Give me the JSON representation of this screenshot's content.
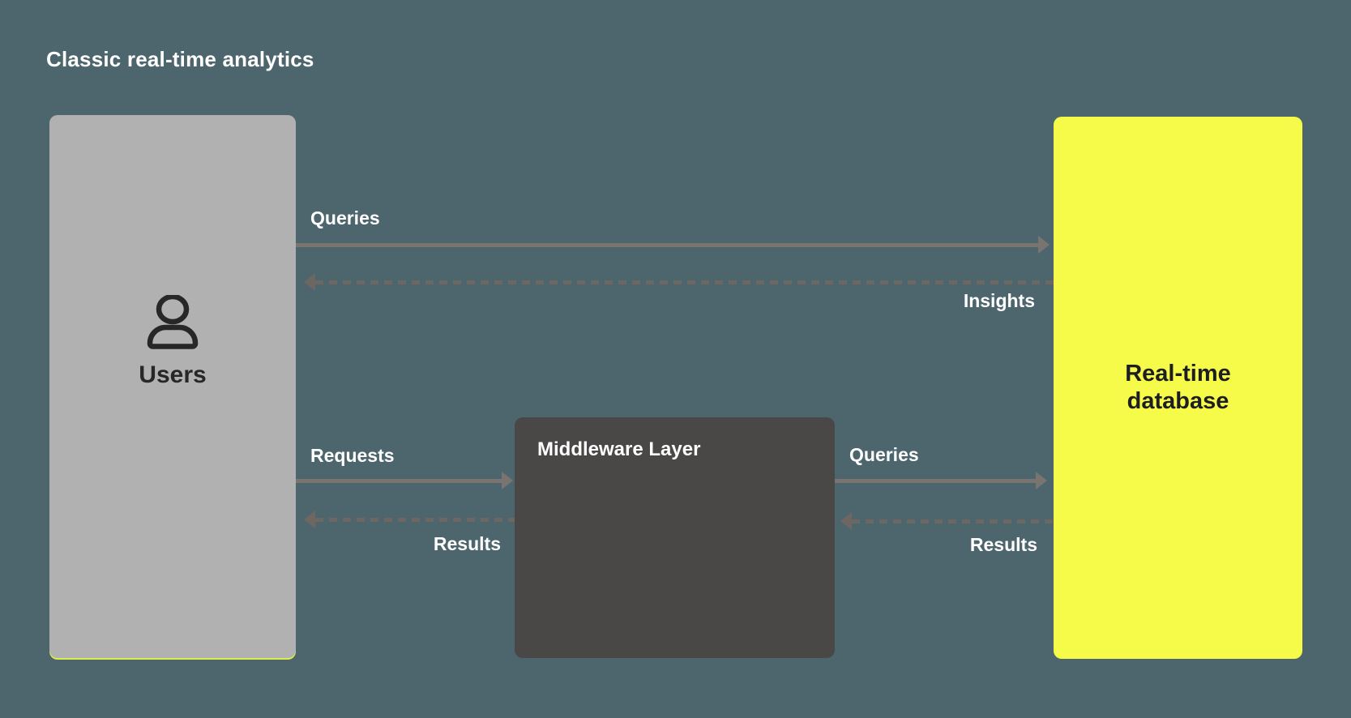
{
  "title": "Classic real-time analytics",
  "colors": {
    "background": "#4d666d",
    "box_users": "#b1b1b1",
    "box_middleware": "#4a4747",
    "box_database": "#f6fa49",
    "arrow_solid": "#7a7470",
    "arrow_dashed": "#6d6762",
    "text_light": "#ffffff",
    "text_dark": "#272727",
    "text_db": "#1d1e20",
    "users_hairline": "#dded4d"
  },
  "nodes": {
    "users": {
      "label": "Users",
      "icon": "user-icon"
    },
    "middleware": {
      "label": "Middleware Layer"
    },
    "database": {
      "label": "Real-time database"
    }
  },
  "arrows": [
    {
      "label": "Queries",
      "style": "solid",
      "direction": "right",
      "from": "users",
      "to": "database"
    },
    {
      "label": "Insights",
      "style": "dashed",
      "direction": "left",
      "from": "database",
      "to": "users"
    },
    {
      "label": "Requests",
      "style": "solid",
      "direction": "right",
      "from": "users",
      "to": "middleware"
    },
    {
      "label": "Results",
      "style": "dashed",
      "direction": "left",
      "from": "middleware",
      "to": "users"
    },
    {
      "label": "Queries",
      "style": "solid",
      "direction": "right",
      "from": "middleware",
      "to": "database"
    },
    {
      "label": "Results",
      "style": "dashed",
      "direction": "left",
      "from": "database",
      "to": "middleware"
    }
  ]
}
